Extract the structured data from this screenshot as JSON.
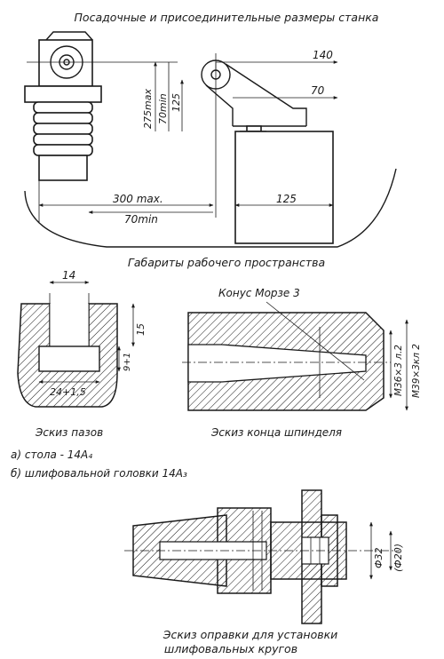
{
  "titles": {
    "top": "Посадочные и присоединительные размеры станка",
    "workspace": "Габариты рабочего пространства",
    "slots": "Эскиз пазов",
    "spindle": "Эскиз конца шпинделя",
    "mandrel_line1": "Эскиз оправки для установки",
    "mandrel_line2": "шлифовальных кругов"
  },
  "notes": {
    "a": "а) стола - 14A₄",
    "b": "б) шлифовальной головки 14A₃"
  },
  "top_dims": {
    "d140": "140",
    "d70": "70",
    "d275max": "275max",
    "d70min": "70min",
    "d125v": "125",
    "d300max": "300 max.",
    "d70min_h": "70min",
    "d125h": "125"
  },
  "slot_dims": {
    "d14": "14",
    "d15": "15",
    "d9": "9+1",
    "d24": "24+1,5"
  },
  "spindle_dims": {
    "morse": "Конус Морзе 3",
    "m36": "M36×3 л.2",
    "m39": "M39×3кл 2"
  },
  "mandrel_dims": {
    "d32": "Ф32",
    "d20": "(Ф20)"
  }
}
